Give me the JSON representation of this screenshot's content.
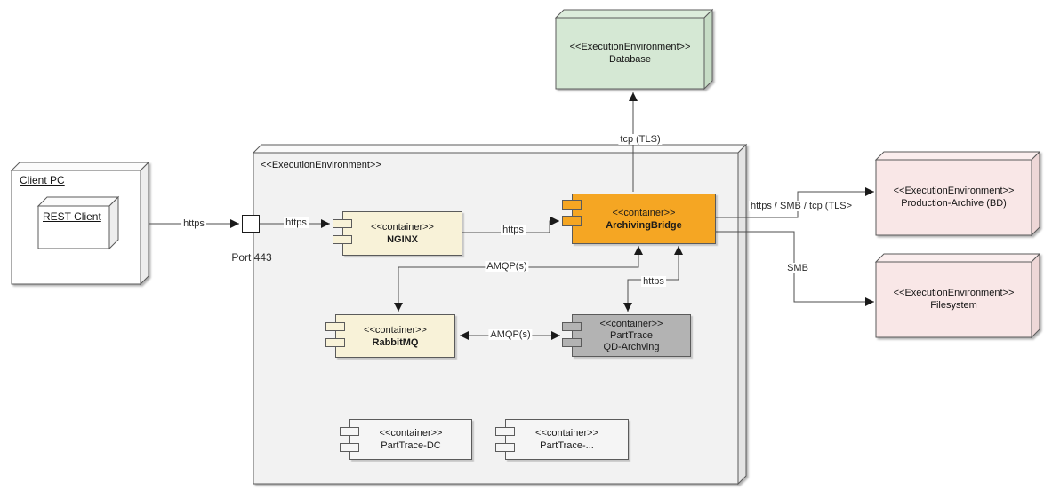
{
  "nodes": {
    "database": {
      "stereotype": "<<ExecutionEnvironment>>",
      "name": "Database"
    },
    "client_pc": {
      "name": "Client PC"
    },
    "rest_client": {
      "name": "REST Client"
    },
    "main_env": {
      "stereotype": "<<ExecutionEnvironment>>"
    },
    "nginx": {
      "stereotype": "<<container>>",
      "name": "NGINX"
    },
    "archiving_bridge": {
      "stereotype": "<<container>>",
      "name": "ArchivingBridge"
    },
    "rabbitmq": {
      "stereotype": "<<container>>",
      "name": "RabbitMQ"
    },
    "parttrace_qd": {
      "stereotype": "<<container>>",
      "line2": "PartTrace",
      "line3": "QD-Archving"
    },
    "parttrace_dc": {
      "stereotype": "<<container>>",
      "name": "PartTrace-DC"
    },
    "parttrace_more": {
      "stereotype": "<<container>>",
      "name": "PartTrace-..."
    },
    "production_archive": {
      "stereotype": "<<ExecutionEnvironment>>",
      "name": "Production-Archive (BD)"
    },
    "filesystem": {
      "stereotype": "<<ExecutionEnvironment>>",
      "name": "Filesystem"
    }
  },
  "port": {
    "label": "Port 443"
  },
  "edges": {
    "client_to_port": "https",
    "port_to_nginx": "https",
    "nginx_to_bridge": "https",
    "bridge_to_database": "tcp (TLS)",
    "bridge_to_rabbitmq": "AMQP(s)",
    "bridge_to_parttrace_qd": "https",
    "rabbitmq_to_parttrace_qd": "AMQP(s)",
    "bridge_to_production_archive": "https / SMB / tcp (TLS>",
    "bridge_to_filesystem": "SMB"
  },
  "colors": {
    "database_fill": "#d5e8d4",
    "bridge_fill": "#f5a623",
    "container_beige": "#f8f2d8",
    "parttrace_gray": "#b3b3b3",
    "env_gray": "#f2f2f2",
    "pink_fill": "#f9e7e7",
    "light_container_fill": "#f5f5f5",
    "line": "#4d4d4d"
  }
}
